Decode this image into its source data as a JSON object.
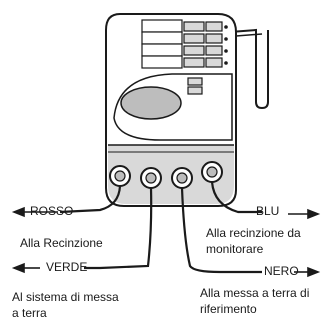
{
  "wires": {
    "rosso": {
      "label": "ROSSO",
      "destination": "Alla Recinzione"
    },
    "verde": {
      "label": "VERDE",
      "destination_line1": "Al sistema di messa",
      "destination_line2": "a terra"
    },
    "blu": {
      "label": "BLU",
      "destination_line1": "Alla recinzione da",
      "destination_line2": "monitorare"
    },
    "nero": {
      "label": "NERO",
      "destination_line1": "Alla messa a terra di",
      "destination_line2": "riferimento"
    }
  },
  "colors": {
    "line": "#1a1a1a",
    "device_fill": "#ffffff",
    "panel_gray": "#d9d9d9",
    "display_gray": "#bdbdbd"
  }
}
